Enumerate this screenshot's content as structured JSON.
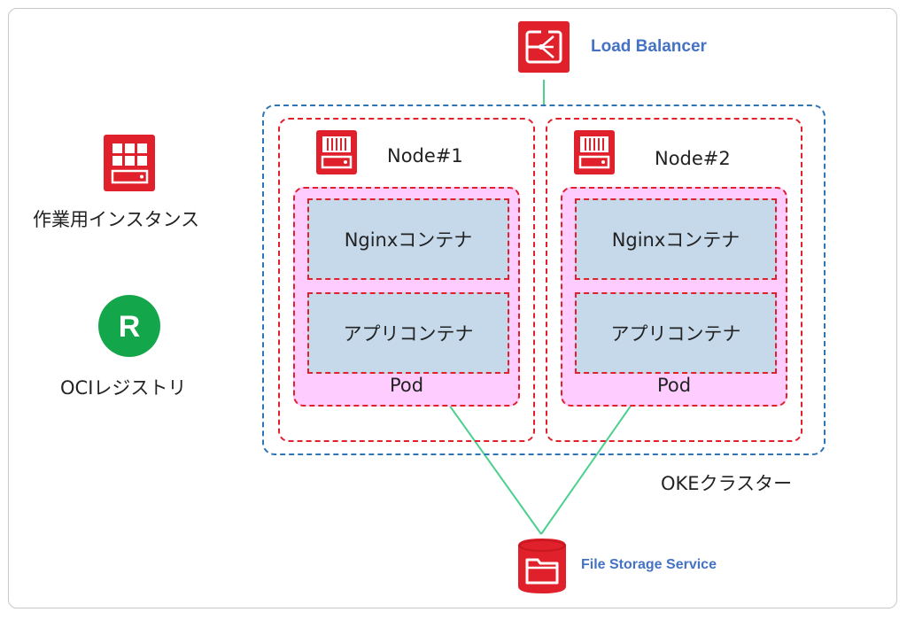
{
  "diagram": {
    "load_balancer": {
      "label": "Load Balancer",
      "icon": "load-balancer-icon"
    },
    "work_instance": {
      "label": "作業用インスタンス",
      "icon": "compute-instance-icon"
    },
    "registry": {
      "label": "OCIレジストリ",
      "icon_letter": "R",
      "icon": "registry-icon"
    },
    "cluster": {
      "label": "OKEクラスター"
    },
    "nodes": [
      {
        "label": "Node#1",
        "icon": "server-icon",
        "pod": {
          "label": "Pod",
          "containers": [
            "Nginxコンテナ",
            "アプリコンテナ"
          ]
        }
      },
      {
        "label": "Node#2",
        "icon": "server-icon",
        "pod": {
          "label": "Pod",
          "containers": [
            "Nginxコンテナ",
            "アプリコンテナ"
          ]
        }
      }
    ],
    "storage": {
      "label": "File Storage Service",
      "icon": "file-storage-icon"
    },
    "colors": {
      "oracle_red": "#e0202b",
      "cluster_border": "#2e75b6",
      "pod_fill": "#ffccff",
      "container_fill": "#c5d9ea",
      "connector": "#4ccf8f",
      "registry_green": "#14a64b",
      "title_blue": "#4472c4"
    }
  }
}
